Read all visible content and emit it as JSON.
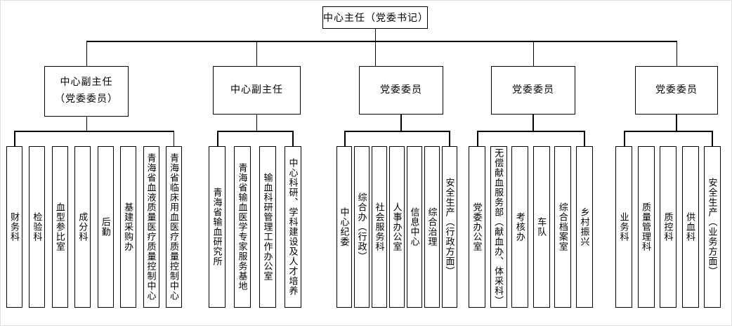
{
  "chart": {
    "root": {
      "label": "中心主任（党委书记）"
    },
    "branches": [
      {
        "lines": [
          "中心副主任",
          "（党委委员）"
        ],
        "children": [
          "财务科",
          "检验科",
          "血型参比室",
          "成分科",
          "后勤",
          "基建采购办",
          "青海省血液质量医疗质量控制中心",
          "青海省临床用血医疗质量控制中心"
        ]
      },
      {
        "lines": [
          "中心副主任"
        ],
        "children": [
          "青海省输血研究所",
          "青海省输血医学专家服务基地",
          "输血科研管理工作办公室",
          "中心科研、学科建设及人才培养"
        ]
      },
      {
        "lines": [
          "党委委员"
        ],
        "children": [
          "中心纪委",
          "综合办（行政）",
          "社会服务科",
          "人事办公室",
          "信息中心",
          "综合治理",
          "安全生产（行政方面）"
        ]
      },
      {
        "lines": [
          "党委委员"
        ],
        "children": [
          "党委办公室",
          "无偿献血服务部（献血办、体采科）",
          "考核办",
          "车队",
          "综合档案室",
          "乡村振兴"
        ]
      },
      {
        "lines": [
          "党委委员"
        ],
        "children": [
          "业务科",
          "质量管理科",
          "质控科",
          "供血科",
          "安全生产（业务方面）"
        ]
      }
    ]
  },
  "colors": {
    "line": "#000000",
    "background": "#ffffff"
  }
}
